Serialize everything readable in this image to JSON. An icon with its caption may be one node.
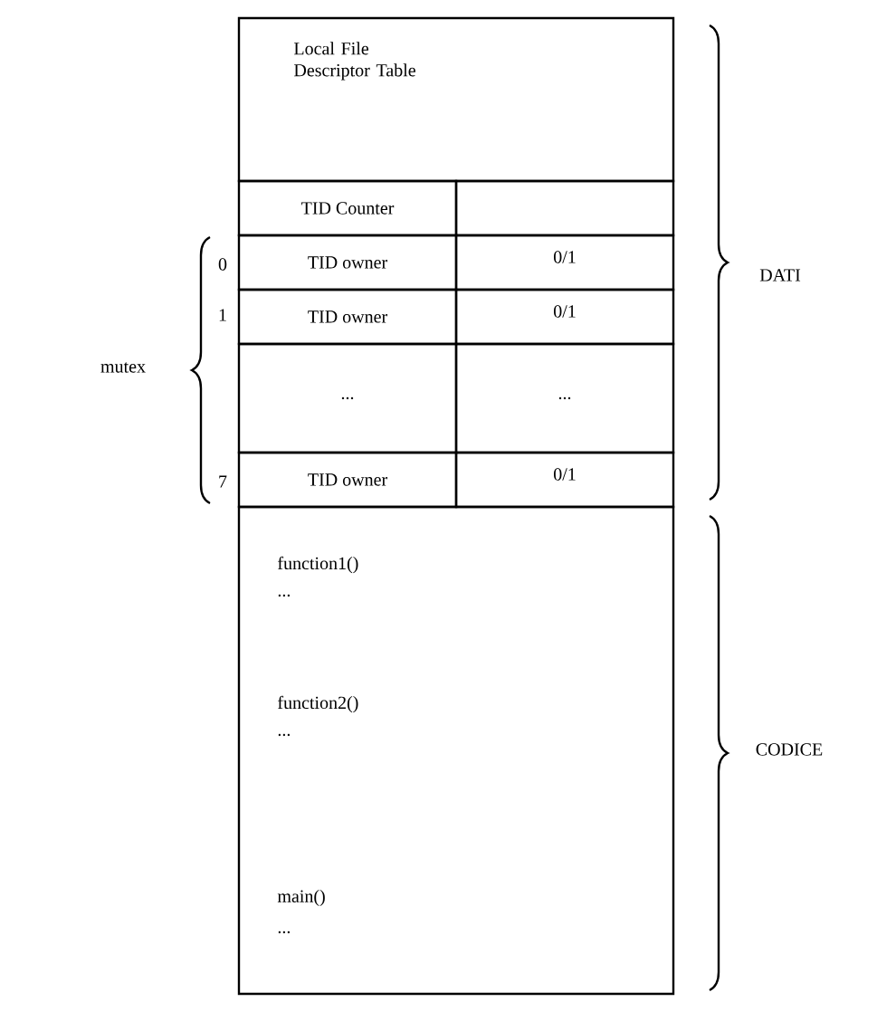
{
  "diagram": {
    "nodes": [
      {
        "text": [
          "Local File Descriptor Table"
        ]
      },
      {
        "text": [
          "TID Counter"
        ]
      },
      {
        "text": [],
        "shape": "box"
      },
      {
        "text": [
          "TID owner"
        ]
      },
      {
        "text": [
          "0/1"
        ]
      },
      {
        "text": [
          "TID owner"
        ]
      },
      {
        "text": [
          "0/1"
        ]
      },
      {
        "text": [
          "..."
        ]
      },
      {
        "text": [
          "..."
        ]
      },
      {
        "text": [
          "TID owner"
        ]
      },
      {
        "text": [
          "0/1"
        ]
      },
      {
        "text": [
          "function1()",
          "...",
          "function2()",
          "...",
          "main()",
          "..."
        ]
      }
    ],
    "labels": [
      "DATI",
      "0",
      "1",
      "mutex",
      "7",
      "CODICE"
    ]
  }
}
